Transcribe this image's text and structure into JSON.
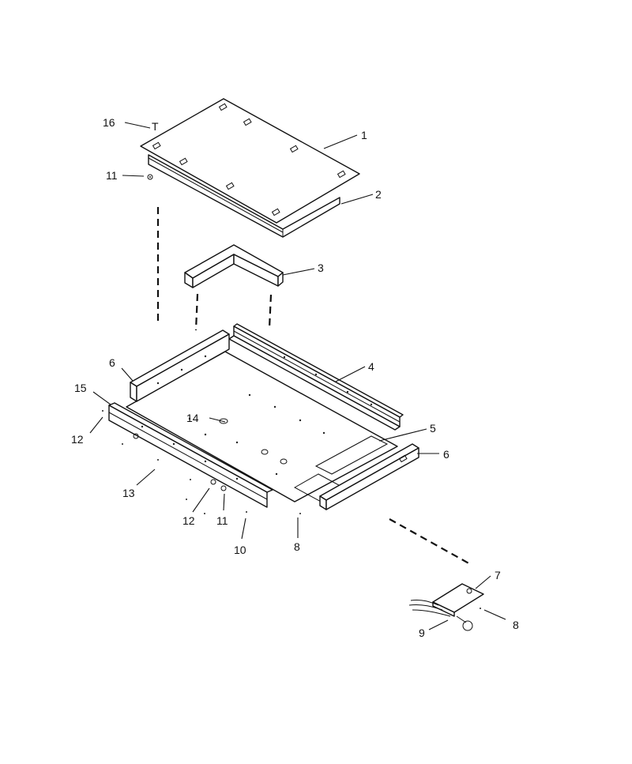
{
  "callouts": {
    "c1": "1",
    "c2": "2",
    "c3": "3",
    "c4": "4",
    "c5": "5",
    "c6a": "6",
    "c6b": "6",
    "c7": "7",
    "c8a": "8",
    "c8b": "8",
    "c9": "9",
    "c10": "10",
    "c11a": "11",
    "c11b": "11",
    "c12a": "12",
    "c12b": "12",
    "c13": "13",
    "c14": "14",
    "c15": "15",
    "c16": "16"
  }
}
